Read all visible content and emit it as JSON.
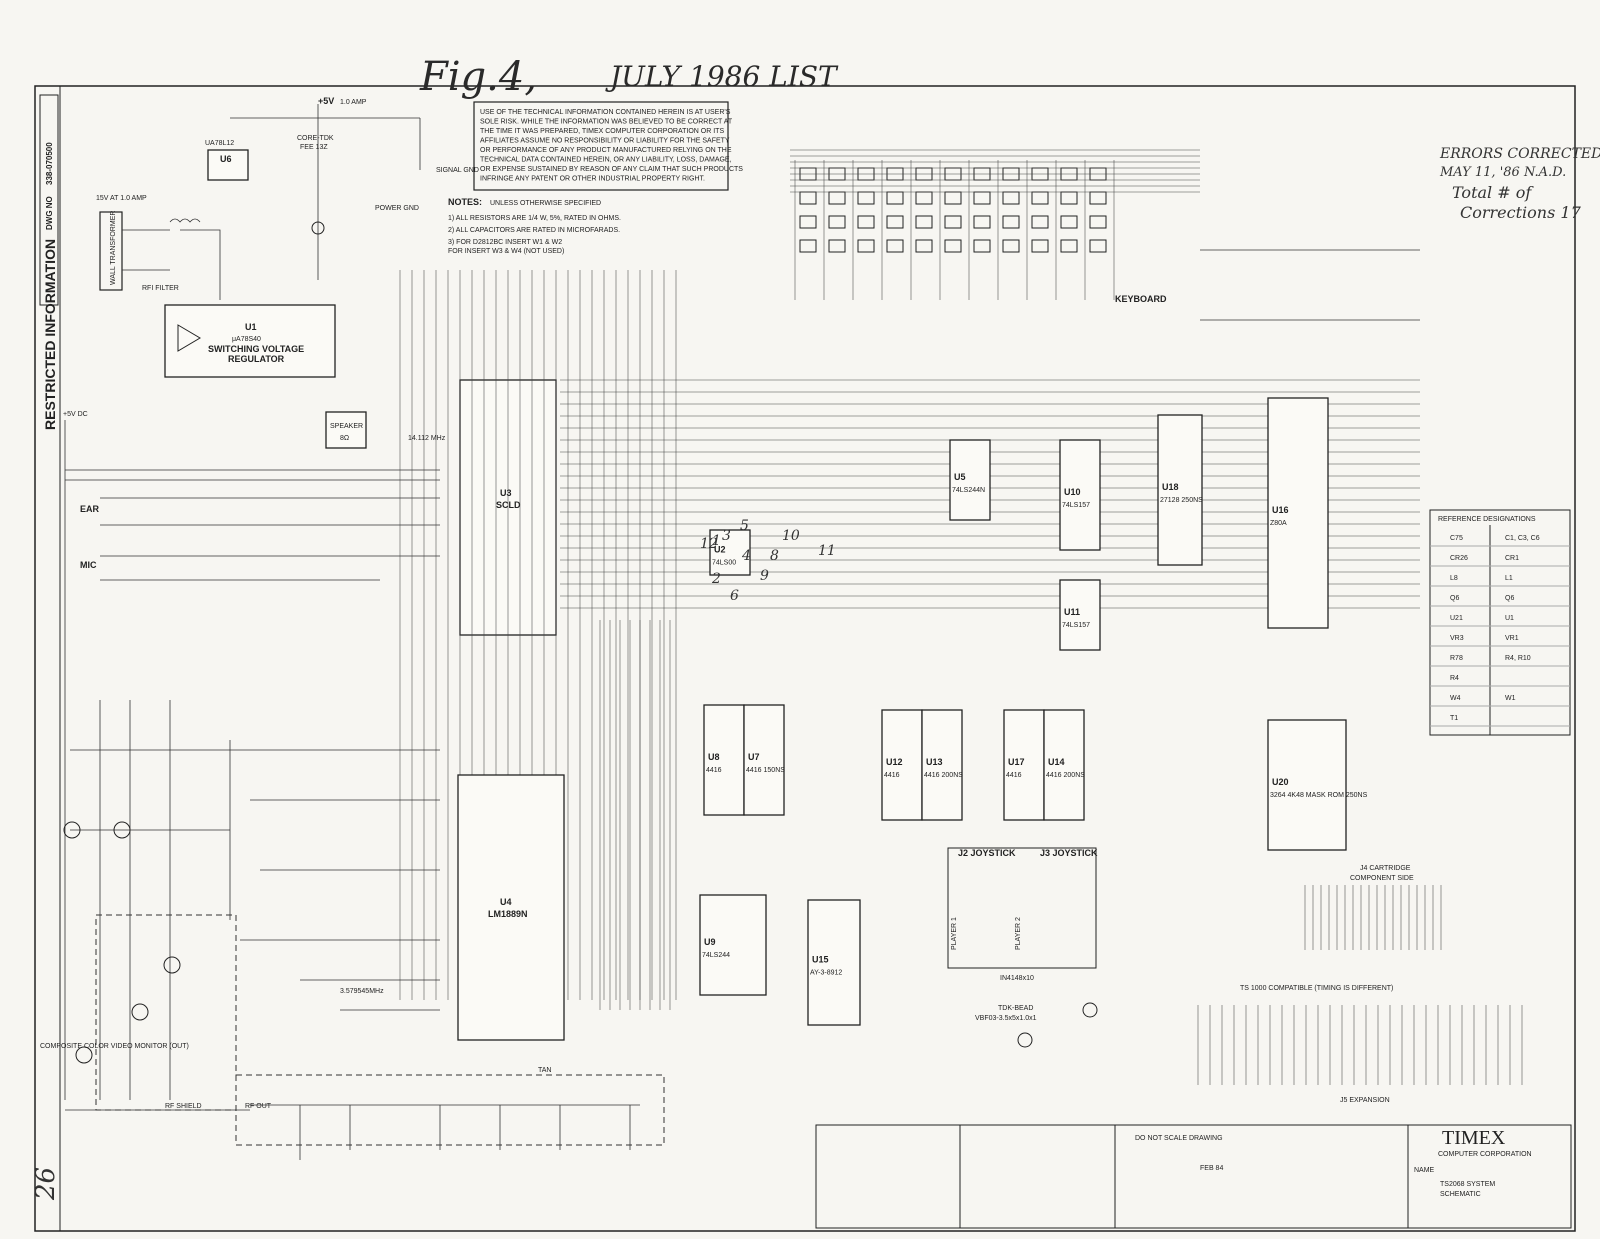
{
  "title": {
    "fig": "Fig.4,",
    "date": "JULY 1986 LIST"
  },
  "corner_note": {
    "line1": "ERRORS CORRECTED",
    "line2": "MAY 11, '86 N.A.D.",
    "line3": "Total # of",
    "line4": "Corrections 17"
  },
  "side_label": "RESTRICTED INFORMATION",
  "dwg_no": {
    "label": "DWG NO",
    "value": "338-070500"
  },
  "page_number": "26",
  "disclaimer": [
    "USE OF THE TECHNICAL INFORMATION CONTAINED HEREIN IS AT USER'S",
    "SOLE RISK. WHILE THE INFORMATION WAS BELIEVED TO BE CORRECT AT",
    "THE TIME IT WAS PREPARED, TIMEX COMPUTER CORPORATION OR ITS",
    "AFFILIATES ASSUME NO RESPONSIBILITY OR LIABILITY FOR THE SAFETY",
    "OR PERFORMANCE OF ANY PRODUCT MANUFACTURED RELYING ON THE",
    "TECHNICAL DATA CONTAINED HEREIN, OR ANY LIABILITY, LOSS, DAMAGE,",
    "OR EXPENSE SUSTAINED BY REASON OF ANY CLAIM THAT SUCH PRODUCTS",
    "INFRINGE ANY PATENT OR OTHER INDUSTRIAL PROPERTY RIGHT."
  ],
  "notes": {
    "header": "NOTES:",
    "sub": "UNLESS OTHERWISE SPECIFIED",
    "n1": "1) ALL RESISTORS ARE 1/4 W, 5%, RATED IN OHMS.",
    "n2": "2) ALL CAPACITORS ARE RATED IN MICROFARADS.",
    "n3": "3) FOR D2812BC INSERT W1 & W2",
    "n3b": "FOR    INSERT W3 & W4 (NOT USED)"
  },
  "power": {
    "v5": "+5V",
    "amp": "1.0 AMP",
    "in": "15V AT 1.0 AMP",
    "dc": "+5V DC",
    "gnd": "POWER GND",
    "sig": "SIGNAL GND",
    "core": "CORE-TDK",
    "core_part": "FEE 13Z",
    "rfi": "RFI FILTER",
    "wall": "WALL TRANSFORMER"
  },
  "chips": {
    "u1": {
      "ref": "U1",
      "part": "μA78S40",
      "desc": "SWITCHING VOLTAGE",
      "desc2": "REGULATOR"
    },
    "u6": {
      "ref": "U6",
      "part": "UA78L12"
    },
    "u3": {
      "ref": "U3",
      "part": "SCLD"
    },
    "u4": {
      "ref": "U4",
      "part": "LM1889N"
    },
    "u5": {
      "ref": "U5",
      "part": "74LS244N"
    },
    "u10": {
      "ref": "U10",
      "part": "74LS157"
    },
    "u18": {
      "ref": "U18",
      "part": "27128 250NS"
    },
    "u16": {
      "ref": "U16",
      "part": "Z80A"
    },
    "u8": {
      "ref": "U8",
      "part": "4416"
    },
    "u7": {
      "ref": "U7",
      "part": "4416 150NS"
    },
    "u12": {
      "ref": "U12",
      "part": "4416"
    },
    "u13": {
      "ref": "U13",
      "part": "4416 200NS"
    },
    "u17": {
      "ref": "U17",
      "part": "4416"
    },
    "u14b": {
      "ref": "U14",
      "part": "4416 200NS"
    },
    "u9": {
      "ref": "U9",
      "part": "74LS244"
    },
    "u15": {
      "ref": "U15",
      "part": "AY-3-8912"
    },
    "u20": {
      "ref": "U20",
      "part": "3264 4K48 MASK ROM 250NS"
    },
    "u2": {
      "ref": "U2",
      "part": "74LS00"
    },
    "u11": {
      "ref": "U11",
      "part": "74LS157"
    }
  },
  "labels": {
    "keyboard": "KEYBOARD",
    "ear": "EAR",
    "mic": "MIC",
    "speaker": "SPEAKER",
    "speaker_ohm": "8Ω",
    "video": "COMPOSITE COLOR VIDEO MONITOR (OUT)",
    "rf_out": "RF OUT",
    "rf_shield": "RF SHIELD",
    "joy1": "J2 JOYSTICK",
    "joy2": "J3 JOYSTICK",
    "player1": "PLAYER 1",
    "player2": "PLAYER 2",
    "diodes": "IN4148x10",
    "cart": "J4 CARTRIDGE",
    "cart_side": "COMPONENT SIDE",
    "expansion": "J5 EXPANSION",
    "comp_note": "TS 1000 COMPATIBLE (TIMING IS DIFFERENT)",
    "ref_title": "REFERENCE DESIGNATIONS",
    "xtal": "3.579545MHz",
    "xtal2": "14.112 MHz",
    "tdk": "TDK-BEAD",
    "bead": "VBF03-3.5x5x1.0x1",
    "tan": "TAN",
    "do_not_scale": "DO NOT SCALE DRAWING"
  },
  "ref_table": [
    [
      "C75",
      "C1, C3, C6"
    ],
    [
      "CR26",
      "CR1"
    ],
    [
      "L8",
      "L1"
    ],
    [
      "Q6",
      "Q6"
    ],
    [
      "U21",
      "U1"
    ],
    [
      "VR3",
      "VR1"
    ],
    [
      "R78",
      "R4, R10"
    ],
    [
      "R4",
      ""
    ],
    [
      "W4",
      "W1"
    ],
    [
      "T1",
      ""
    ]
  ],
  "title_block": {
    "company": "TIMEX",
    "company2": "COMPUTER CORPORATION",
    "name_label": "NAME",
    "name": "TS2068 SYSTEM",
    "name2": "SCHEMATIC",
    "date": "FEB 84"
  },
  "handwritten": [
    "1",
    "2",
    "3",
    "4",
    "5",
    "6",
    "8",
    "9",
    "10",
    "11",
    "12"
  ]
}
